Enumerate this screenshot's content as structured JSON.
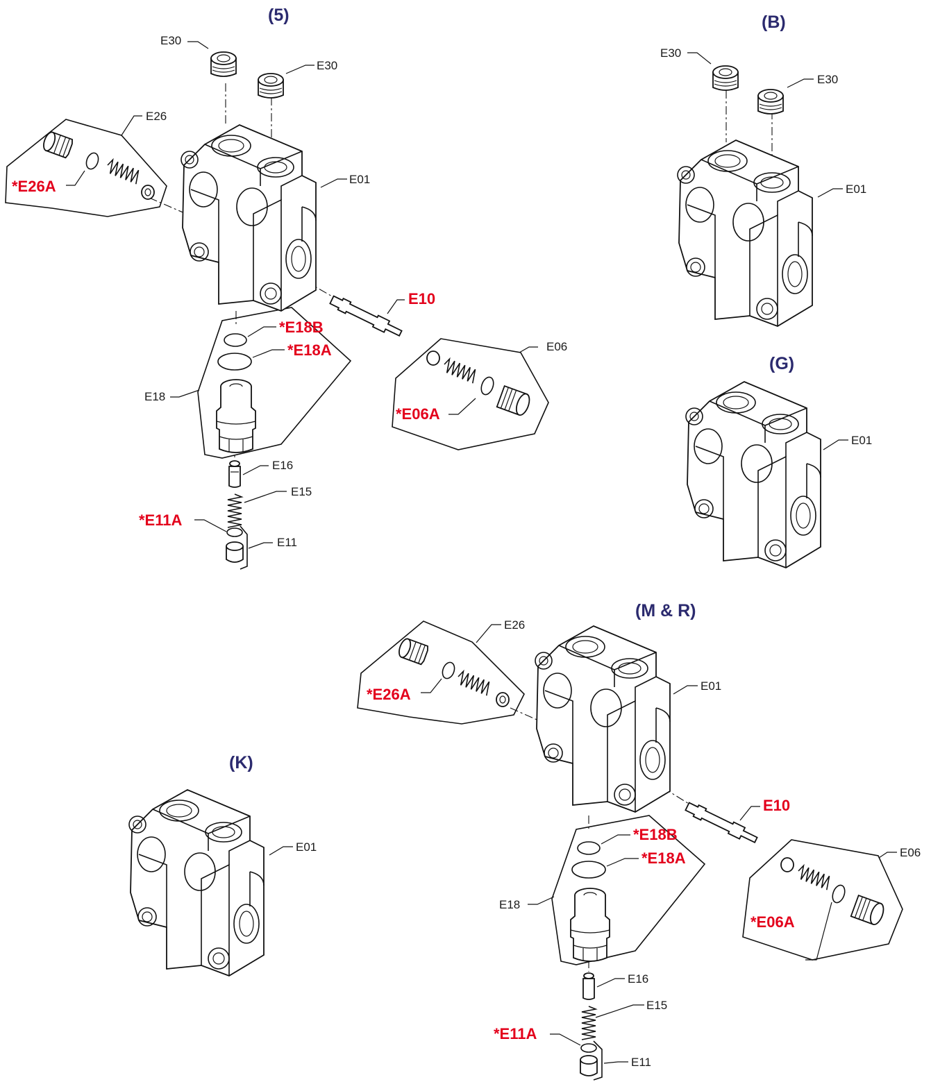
{
  "colors": {
    "title": "#2b2a6e",
    "callout": "#e3001b",
    "line": "#111111"
  },
  "titles": {
    "five": "(5)",
    "b": "(B)",
    "g": "(G)",
    "mr": "(M & R)",
    "k": "(K)"
  },
  "diagram5": {
    "e30_left": "E30",
    "e30_right": "E30",
    "e26": "E26",
    "e26a": "*E26A",
    "e01": "E01",
    "e10": "E10",
    "e18b": "*E18B",
    "e18a": "*E18A",
    "e18": "E18",
    "e06": "E06",
    "e06a": "*E06A",
    "e16": "E16",
    "e15": "E15",
    "e11a": "*E11A",
    "e11": "E11"
  },
  "diagramB": {
    "e30_left": "E30",
    "e30_right": "E30",
    "e01": "E01"
  },
  "diagramG": {
    "e01": "E01"
  },
  "diagramK": {
    "e01": "E01"
  },
  "diagramMR": {
    "e26": "E26",
    "e26a": "*E26A",
    "e01": "E01",
    "e10": "E10",
    "e18b": "*E18B",
    "e18a": "*E18A",
    "e18": "E18",
    "e06": "E06",
    "e06a": "*E06A",
    "e16": "E16",
    "e15": "E15",
    "e11a": "*E11A",
    "e11": "E11"
  }
}
